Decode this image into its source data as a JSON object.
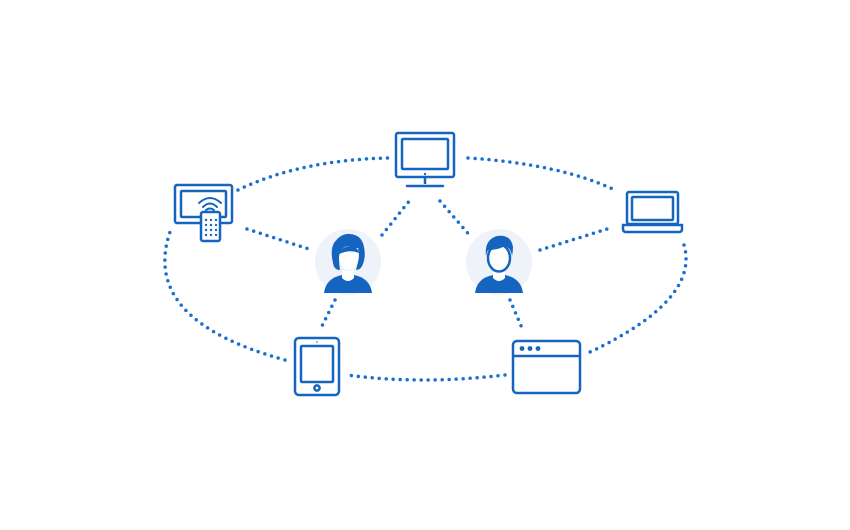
{
  "colors": {
    "primary": "#1565c0",
    "dots": "#1a6fd0",
    "person_bg": "#eef3f9",
    "background": "#ffffff"
  },
  "nodes": [
    {
      "id": "desktop",
      "icon": "desktop-monitor-icon"
    },
    {
      "id": "tv",
      "icon": "smart-tv-remote-icon"
    },
    {
      "id": "laptop",
      "icon": "laptop-icon"
    },
    {
      "id": "tablet",
      "icon": "tablet-icon"
    },
    {
      "id": "browser",
      "icon": "browser-window-icon"
    },
    {
      "id": "woman",
      "icon": "woman-user-icon"
    },
    {
      "id": "man",
      "icon": "man-user-icon"
    }
  ],
  "links": [
    [
      "tv",
      "desktop"
    ],
    [
      "desktop",
      "laptop"
    ],
    [
      "laptop",
      "browser"
    ],
    [
      "browser",
      "tablet"
    ],
    [
      "tablet",
      "tv"
    ],
    [
      "woman",
      "tv"
    ],
    [
      "woman",
      "desktop"
    ],
    [
      "woman",
      "tablet"
    ],
    [
      "man",
      "desktop"
    ],
    [
      "man",
      "laptop"
    ],
    [
      "man",
      "browser"
    ]
  ]
}
